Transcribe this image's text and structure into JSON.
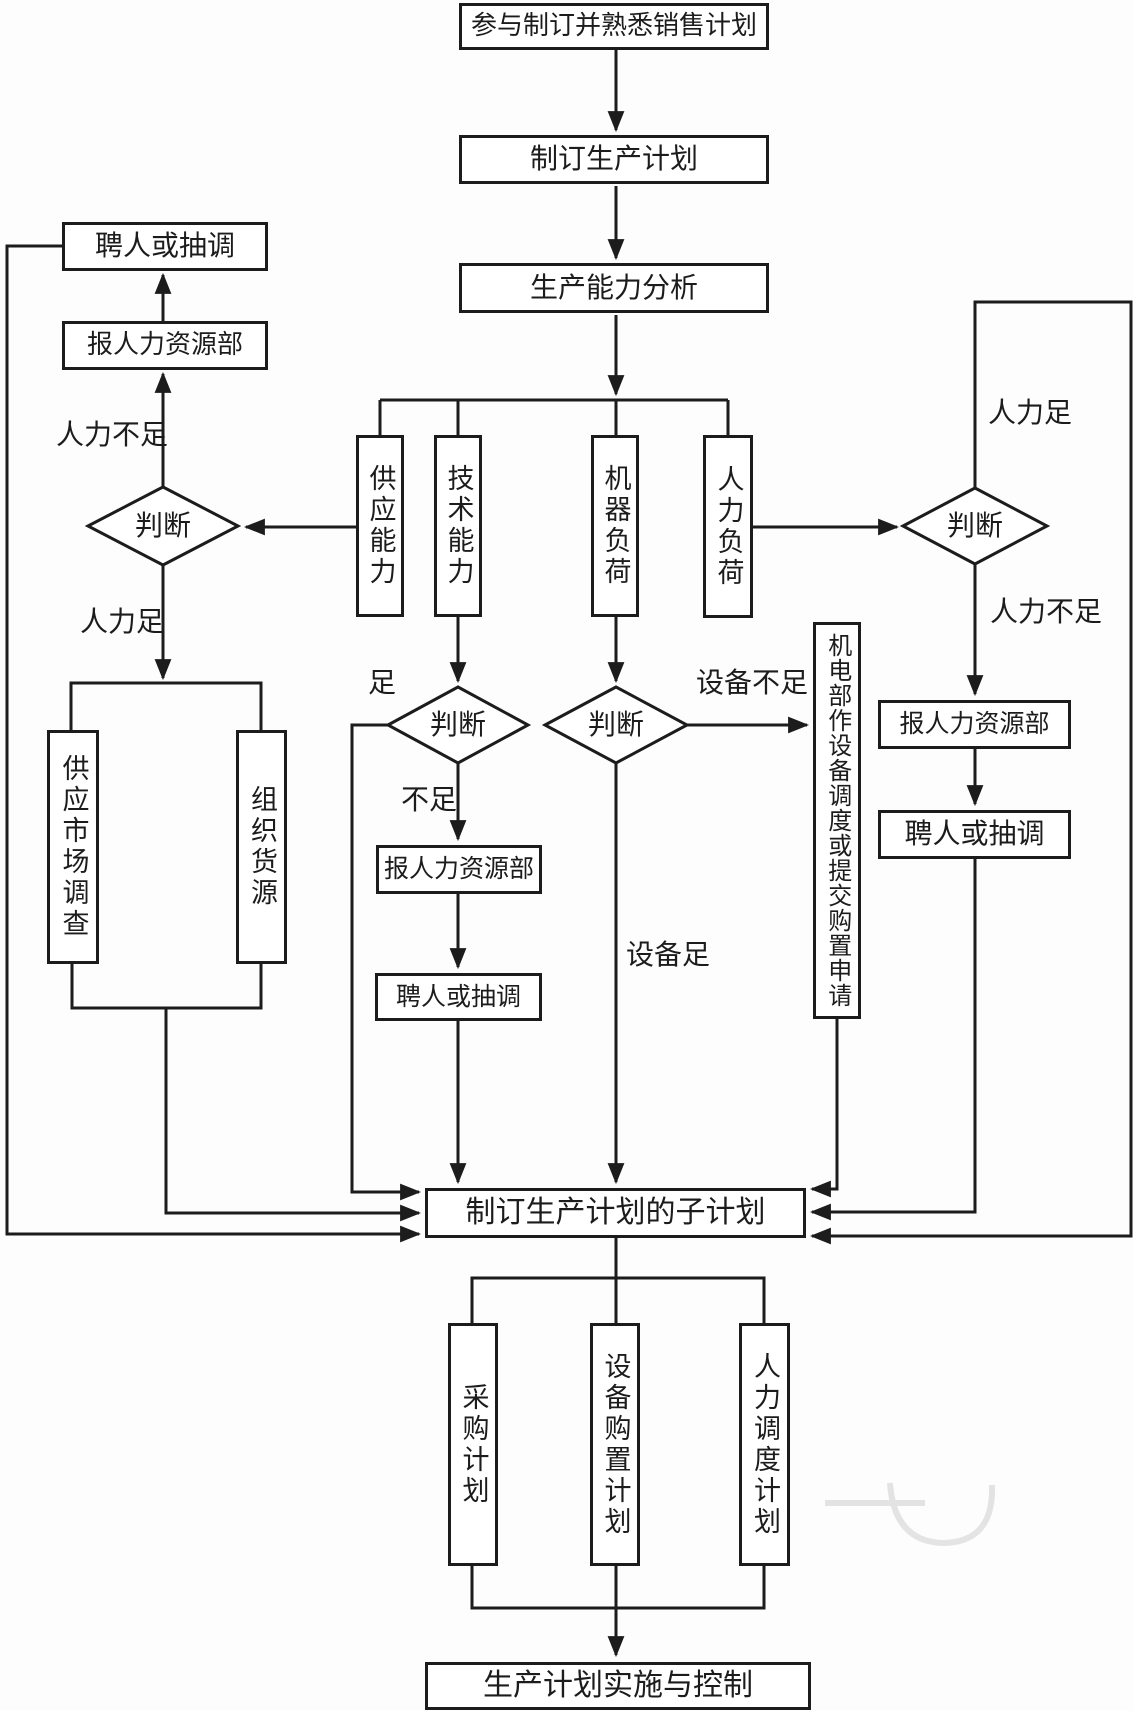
{
  "diagram": {
    "colors": {
      "line": "#1c1c1c",
      "background": "#fdfdfd",
      "box_fill": "#ffffff",
      "watermark": "#cfcfcf"
    },
    "nodes": {
      "sales_plan": "参与制订并熟悉销售计划",
      "make_production_plan": "制订生产计划",
      "capacity_analysis": "生产能力分析",
      "supply_capacity": "供应能力",
      "tech_capacity": "技术能力",
      "machine_load": "机器负荷",
      "manpower_load": "人力负荷",
      "judge_left": "判断",
      "judge_tech": "判断",
      "judge_machine": "判断",
      "judge_manpower": "判断",
      "hire_or_transfer_left": "聘人或抽调",
      "report_hr_left": "报人力资源部",
      "supply_market_survey": "供应市场调查",
      "organize_supply": "组织货源",
      "report_hr_mid": "报人力资源部",
      "hire_or_transfer_mid": "聘人或抽调",
      "mech_dept_action": "机电部作设备调度或提交购置申请",
      "report_hr_right": "报人力资源部",
      "hire_or_transfer_right": "聘人或抽调",
      "sub_plans": "制订生产计划的子计划",
      "procurement_plan": "采购计划",
      "equipment_purchase_plan": "设备购置计划",
      "manpower_dispatch_plan": "人力调度计划",
      "implementation_control": "生产计划实施与控制"
    },
    "edge_labels": {
      "manpower_insufficient_left": "人力不足",
      "manpower_sufficient_left": "人力足",
      "sufficient_mid": "足",
      "insufficient_mid": "不足",
      "equipment_insufficient": "设备不足",
      "equipment_sufficient": "设备足",
      "manpower_sufficient_right": "人力足",
      "manpower_insufficient_right": "人力不足"
    }
  }
}
